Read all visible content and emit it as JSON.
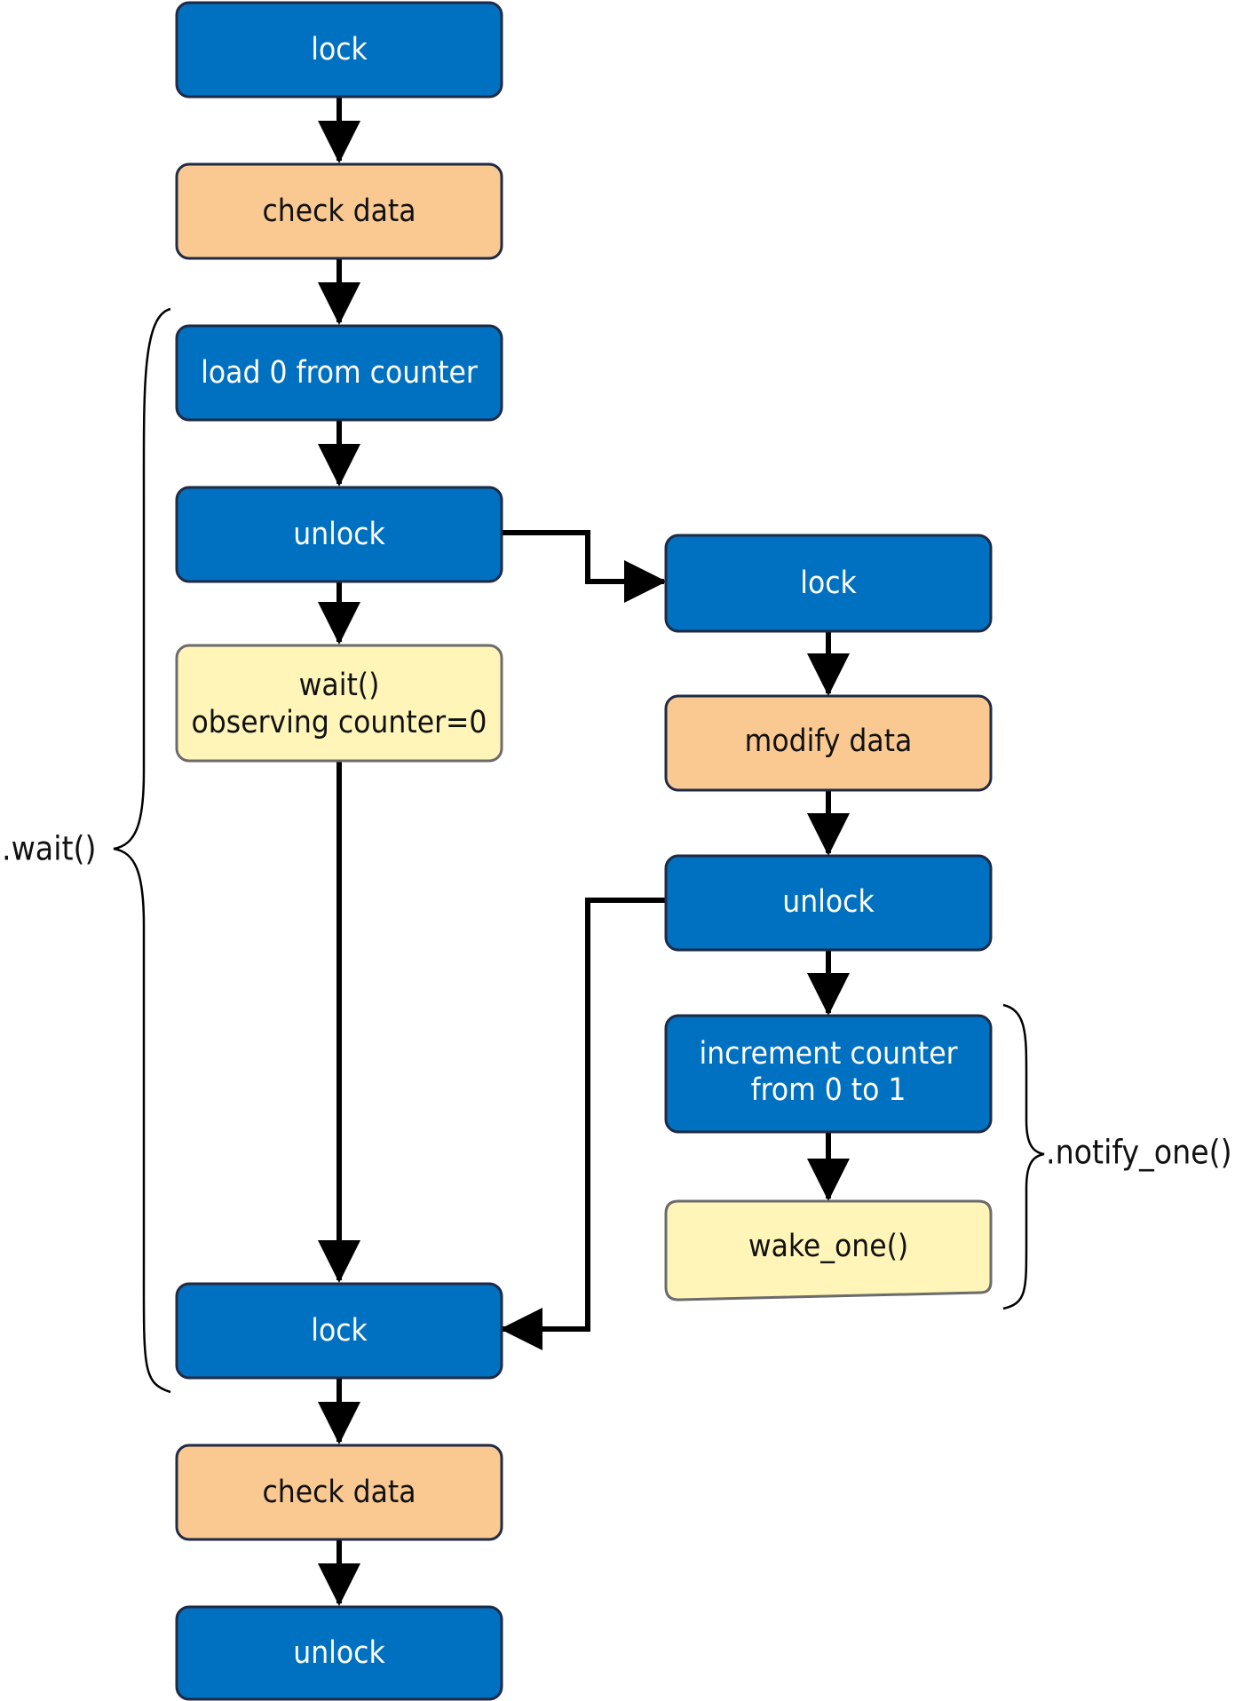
{
  "colors": {
    "blue_fill": "#0070c0",
    "blue_stroke": "#1f2a44",
    "orange_fill": "#fac991",
    "yellow_fill": "#fff5b8",
    "yellow_stroke": "#6b6b6b"
  },
  "left_column": {
    "lock_1": "lock",
    "check_data_1": "check data",
    "load_counter": "load 0 from counter",
    "unlock_1": "unlock",
    "wait_line1": "wait()",
    "wait_line2": "observing counter=0",
    "lock_2": "lock",
    "check_data_2": "check data",
    "unlock_2": "unlock"
  },
  "right_column": {
    "lock": "lock",
    "modify_data": "modify data",
    "unlock": "unlock",
    "increment_line1": "increment counter",
    "increment_line2": "from 0 to 1",
    "wake_one": "wake_one()"
  },
  "braces": {
    "wait_label": ".wait()",
    "notify_label": ".notify_one()"
  }
}
